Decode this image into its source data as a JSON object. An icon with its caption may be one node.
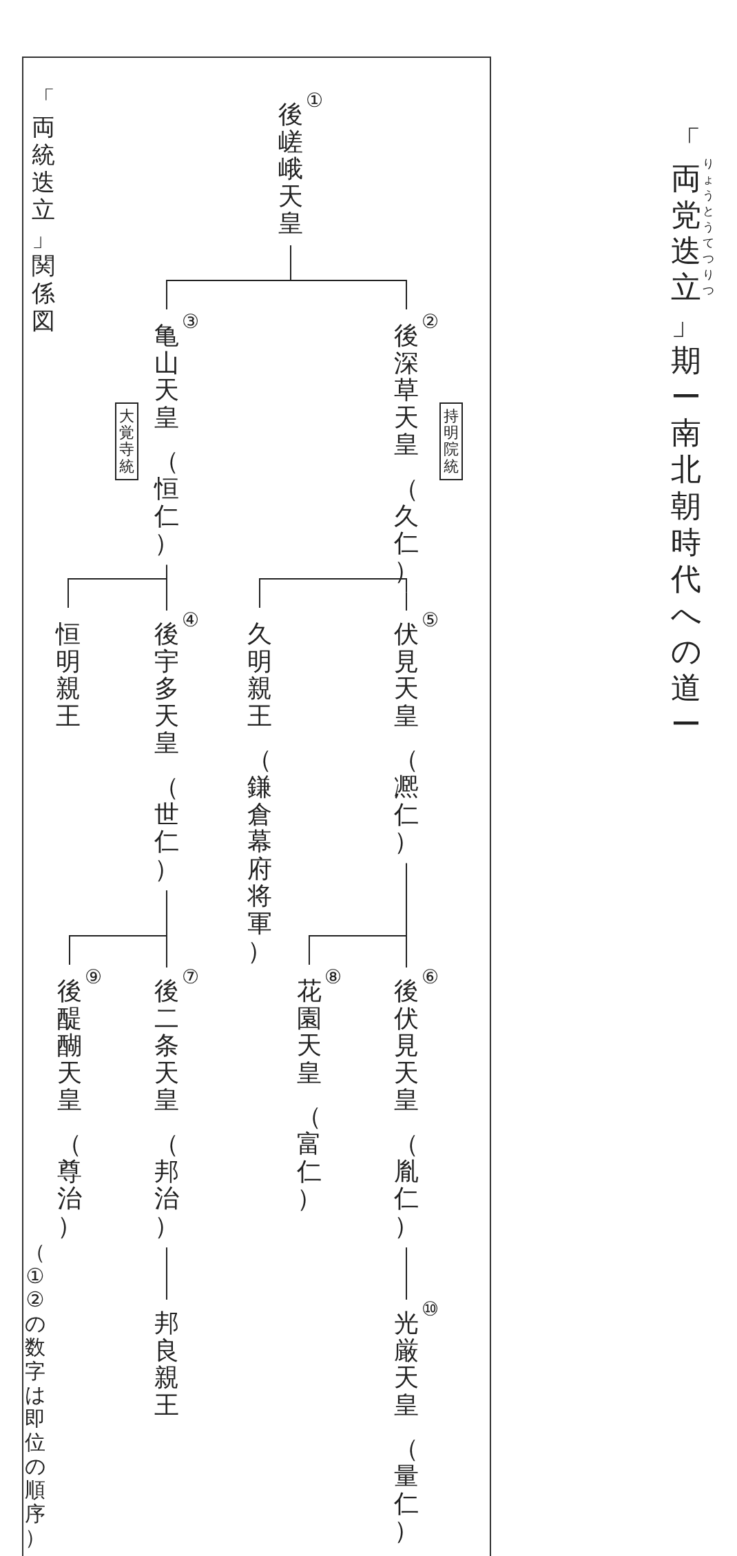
{
  "diagram": {
    "title": "「両党迭立」期ー南北朝時代への道ー",
    "nodes": [
      {
        "text": [
          "「両統迭立」関係図"
        ]
      },
      {
        "text": [
          "後嵯峨天皇"
        ],
        "beside": [
          "①"
        ],
        "in": 0
      },
      {
        "text": [
          "後深草天皇",
          "（久仁）"
        ],
        "beside": [
          "②"
        ],
        "in": 0
      },
      {
        "text": [
          "持明院統"
        ],
        "in": 0
      },
      {
        "text": [
          "亀山天皇",
          "（恒仁）"
        ],
        "beside": [
          "③"
        ],
        "in": 0
      },
      {
        "text": [
          "大覚寺統"
        ],
        "in": 0
      },
      {
        "text": [
          "伏見天皇",
          "（凞仁）"
        ],
        "beside": [
          "⑤"
        ],
        "in": 0
      },
      {
        "text": [
          "久明親王",
          "（鎌倉幕府将軍）"
        ],
        "in": 0
      },
      {
        "text": [
          "後宇多天皇",
          "（世仁）"
        ],
        "beside": [
          "④"
        ],
        "in": 0
      },
      {
        "text": [
          "恒明親王"
        ],
        "in": 0
      },
      {
        "text": [
          "後伏見天皇",
          "（胤仁）"
        ],
        "beside": [
          "⑥"
        ],
        "in": 0
      },
      {
        "text": [
          "花園天皇",
          "（富仁）"
        ],
        "beside": [
          "⑧"
        ],
        "in": 0
      },
      {
        "text": [
          "後二条天皇",
          "（邦治）"
        ],
        "beside": [
          "⑦"
        ],
        "in": 0
      },
      {
        "text": [
          "後醍醐天皇",
          "（尊治）"
        ],
        "beside": [
          "⑨"
        ],
        "in": 0
      },
      {
        "text": [
          "光厳天皇",
          "（量仁）"
        ],
        "beside": [
          "⑩"
        ],
        "in": 0
      },
      {
        "text": [
          "邦良親王"
        ],
        "in": 0
      }
    ],
    "edges": [
      {
        "from": 1,
        "to": 2,
        "arrow": "none"
      },
      {
        "from": 1,
        "to": 4,
        "arrow": "none"
      },
      {
        "from": 2,
        "to": 6,
        "arrow": "none"
      },
      {
        "from": 2,
        "to": 7,
        "arrow": "none"
      },
      {
        "from": 4,
        "to": 8,
        "arrow": "none"
      },
      {
        "from": 4,
        "to": 9,
        "arrow": "none"
      },
      {
        "from": 6,
        "to": 10,
        "arrow": "none"
      },
      {
        "from": 6,
        "to": 11,
        "arrow": "none"
      },
      {
        "from": 8,
        "to": 12,
        "arrow": "none"
      },
      {
        "from": 8,
        "to": 13,
        "arrow": "none"
      },
      {
        "from": 10,
        "to": 14,
        "arrow": "none"
      },
      {
        "from": 12,
        "to": 15,
        "arrow": "none"
      }
    ],
    "labels": [
      "りょうとうてつりつ",
      "（①②の数字は即位の順序）"
    ]
  }
}
